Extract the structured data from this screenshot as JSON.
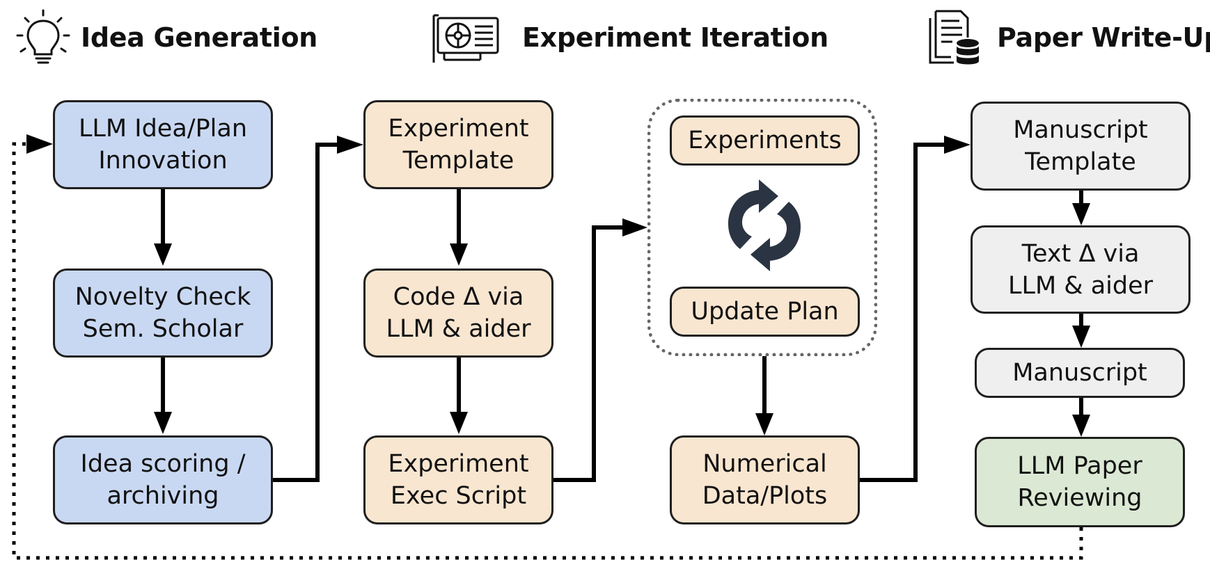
{
  "headers": {
    "idea": "Idea Generation",
    "experiment": "Experiment Iteration",
    "paper": "Paper Write-Up"
  },
  "icons": {
    "idea": "lightbulb-icon",
    "experiment": "gpu-card-icon",
    "paper": "document-database-icon",
    "loop": "refresh-cycle-icon"
  },
  "boxes": {
    "llm_idea": "LLM Idea/Plan\nInnovation",
    "novelty": "Novelty Check\nSem. Scholar",
    "scoring": "Idea scoring /\narchiving",
    "exp_template": "Experiment\nTemplate",
    "code_delta": "Code Δ via\nLLM & aider",
    "exec_script": "Experiment\nExec Script",
    "experiments": "Experiments",
    "update_plan": "Update Plan",
    "numerical": "Numerical\nData/Plots",
    "manuscript_template": "Manuscript\nTemplate",
    "text_delta": "Text Δ via\nLLM & aider",
    "manuscript": "Manuscript",
    "reviewing": "LLM Paper\nReviewing"
  },
  "colors": {
    "idea_fill": "#c9d8f2",
    "experiment_fill": "#f9e6d0",
    "writeup_fill": "#efefef",
    "review_fill": "#dbe9d4",
    "loop_icon": "#2b3442"
  }
}
